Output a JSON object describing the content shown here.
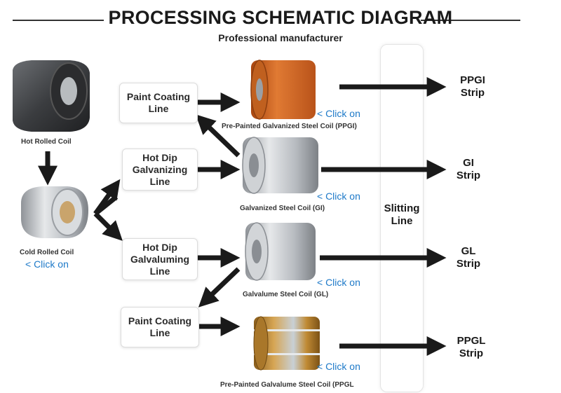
{
  "header": {
    "title": "PROCESSING SCHEMATIC DIAGRAM",
    "subtitle": "Professional manufacturer"
  },
  "inputs": {
    "hot_rolled_coil": "Hot Rolled Coil",
    "cold_rolled_coil": "Cold Rolled Coil",
    "cold_rolled_link": "< Click on"
  },
  "lines": {
    "paint_coating_1": "Paint Coating\nLine",
    "hot_dip_galvanizing": "Hot Dip\nGalvanizing\nLine",
    "hot_dip_galvaluming": "Hot Dip\nGalvaluming\nLine",
    "paint_coating_2": "Paint Coating\nLine",
    "slitting": "Slitting\nLine"
  },
  "products": {
    "ppgi_coil": "Pre-Painted Galvanized Steel Coil (PPGI)",
    "gi_coil": "Galvanized Steel Coil (GI)",
    "gl_coil": "Galvalume Steel Coil (GL)",
    "ppgl_coil": "Pre-Painted Galvalume Steel Coil (PPGL",
    "link": "< Click on"
  },
  "outputs": {
    "ppgi_strip": "PPGI\nStrip",
    "gi_strip": "GI\nStrip",
    "gl_strip": "GL\nStrip",
    "ppgl_strip": "PPGL\nStrip"
  },
  "colors": {
    "arrow": "#1a1a1a",
    "link": "#1d79c8",
    "ppgi_coil": "#d4621e",
    "galvanized_coil": "#c9ccd0",
    "ppgl_coil": "#b8862e"
  }
}
